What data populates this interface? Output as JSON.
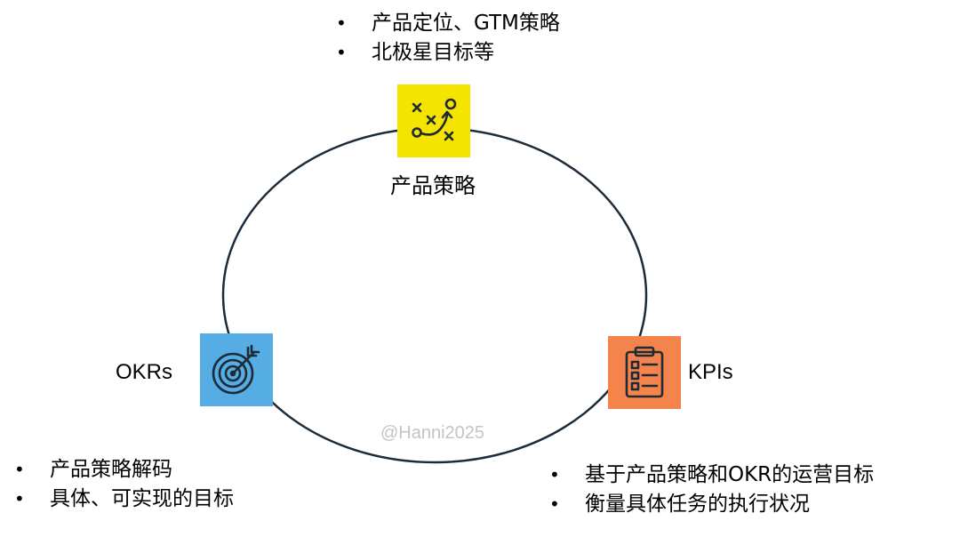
{
  "colors": {
    "ring": "#1b2b3a",
    "strategy_icon_bg": "#f5e400",
    "okrs_icon_bg": "#55ade4",
    "kpis_icon_bg": "#f5844c",
    "watermark": "#c4c4c4"
  },
  "nodes": {
    "strategy": {
      "label": "产品策略",
      "icon": "play-strategy-icon",
      "bullets": [
        "产品定位、GTM策略",
        "北极星目标等"
      ]
    },
    "okrs": {
      "label": "OKRs",
      "icon": "target-arrow-icon",
      "bullets": [
        "产品策略解码",
        "具体、可实现的目标"
      ]
    },
    "kpis": {
      "label": "KPIs",
      "icon": "clipboard-checklist-icon",
      "bullets": [
        "基于产品策略和OKR的运营目标",
        "衡量具体任务的执行状况"
      ]
    }
  },
  "watermark": "@Hanni2025"
}
